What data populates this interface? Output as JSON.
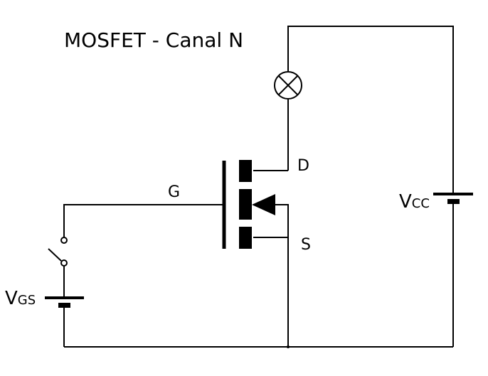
{
  "title": "MOSFET - Canal N",
  "labels": {
    "drain": "D",
    "gate": "G",
    "source": "S",
    "vcc_main": "V",
    "vcc_sub": "CC",
    "vgs_main": "V",
    "vgs_sub": "GS"
  }
}
